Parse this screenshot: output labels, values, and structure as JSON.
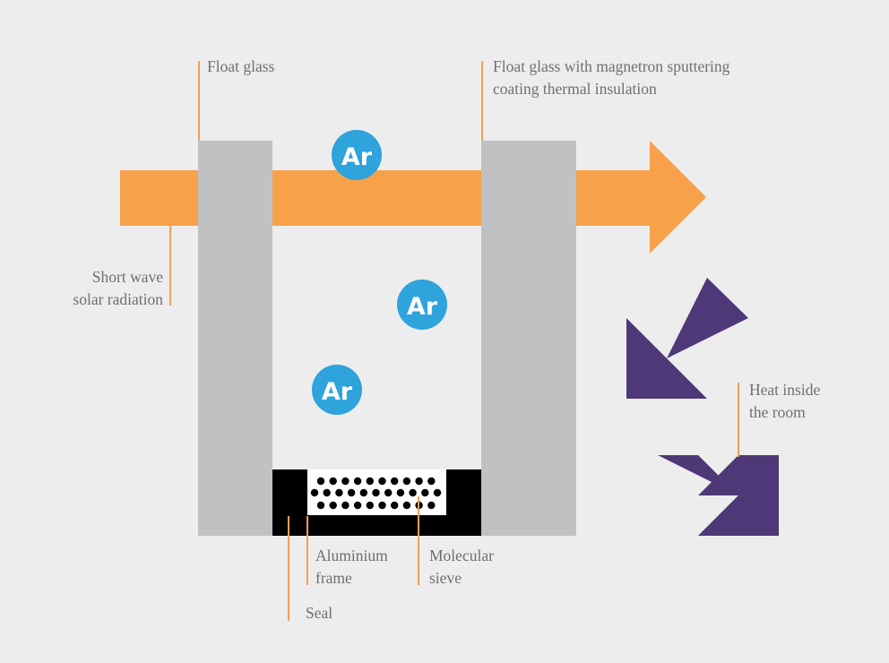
{
  "labels": {
    "float_glass": "Float glass",
    "coated_glass": [
      "Float glass with magnetron sputtering",
      "coating thermal insulation"
    ],
    "solar_radiation": [
      "Short wave",
      "solar radiation"
    ],
    "heat_inside": [
      "Heat inside",
      "the room"
    ],
    "aluminium_frame": [
      "Aluminium",
      "frame"
    ],
    "molecular_sieve": [
      "Molecular",
      "sieve"
    ],
    "seal": "Seal"
  },
  "argon": [
    "Ar",
    "Ar",
    "Ar"
  ],
  "colors": {
    "background": "#ededed",
    "glass": "#c0c1c3",
    "solar_arrow": "#f7a14b",
    "heat_arrow": "#4e3877",
    "argon": "#2ea3dc",
    "frame": "#000000",
    "sieve_panel": "#ffffff",
    "leader": "#f2a057",
    "text": "#6f6f6f"
  }
}
